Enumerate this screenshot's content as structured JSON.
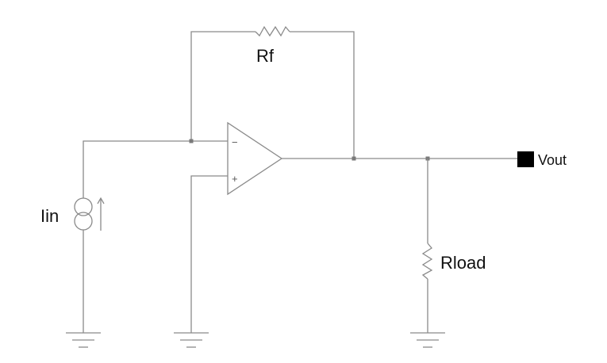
{
  "labels": {
    "feedback_resistor": "Rf",
    "input_current": "Iin",
    "load_resistor": "Rload",
    "output": "Vout",
    "inverting_pin": "−",
    "noninverting_pin": "+"
  },
  "colors": {
    "wire": "#8a8a8a",
    "node": "#7a7a7a",
    "output_terminal": "#000000",
    "background": "#ffffff"
  }
}
